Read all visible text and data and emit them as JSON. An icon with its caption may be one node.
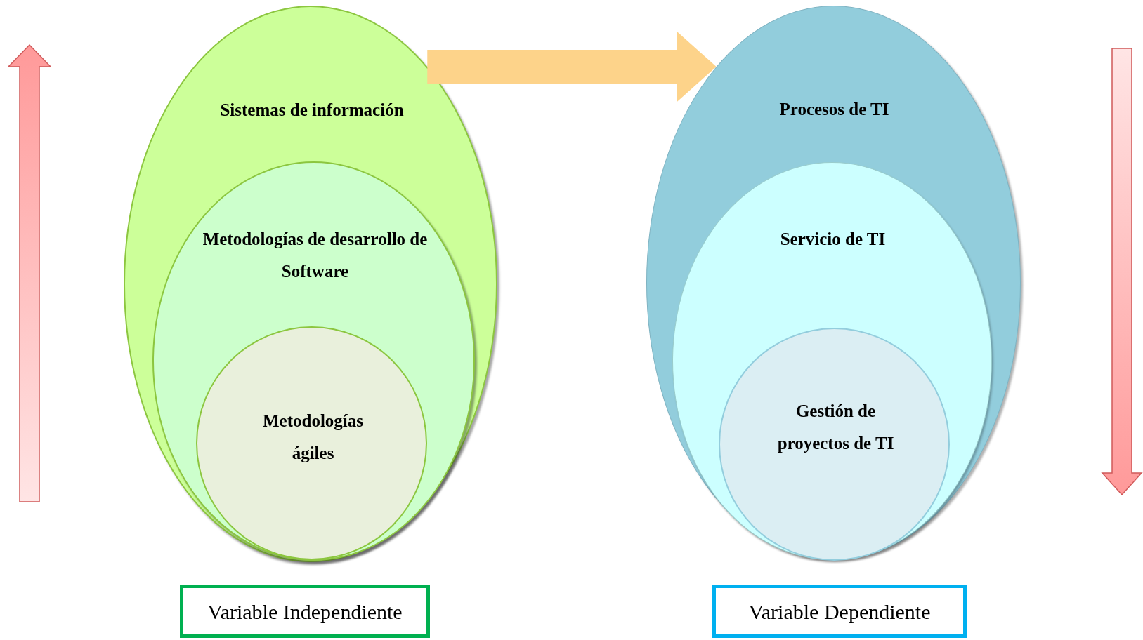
{
  "diagram": {
    "nodes": [
      {
        "text": [
          "Sistemas de información"
        ]
      },
      {
        "text": [
          "Metodologías de desarrollo de Software"
        ],
        "in": 0
      },
      {
        "text": [
          "Metodologías ágiles"
        ],
        "in": 1
      },
      {
        "text": [
          "Procesos de TI"
        ]
      },
      {
        "text": [
          "Servicio de TI"
        ],
        "in": 3
      },
      {
        "text": [
          "Gestión de proyectos de TI"
        ],
        "in": 4
      },
      {
        "text": [
          "Variable Independiente"
        ]
      },
      {
        "text": [
          "Variable Dependiente"
        ]
      }
    ],
    "edges": [
      {
        "from": 0,
        "to": 3,
        "arrow": "to"
      }
    ]
  }
}
